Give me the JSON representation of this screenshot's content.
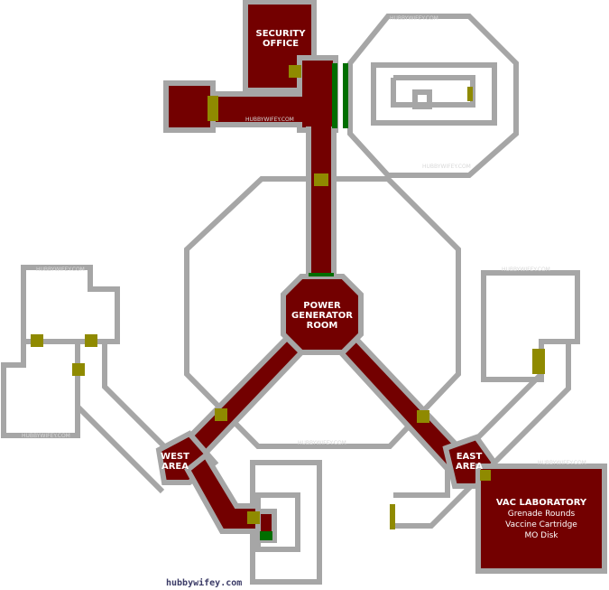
{
  "rooms": {
    "security_office": "SECURITY OFFICE",
    "security_office_line1": "SECURITY",
    "security_office_line2": "OFFICE",
    "power_generator_line1": "POWER",
    "power_generator_line2": "GENERATOR",
    "power_generator_line3": "ROOM",
    "west_area_line1": "WEST",
    "west_area_line2": "AREA",
    "east_area_line1": "EAST",
    "east_area_line2": "AREA",
    "vac_laboratory": "VAC LABORATORY"
  },
  "vac_items": [
    "Grenade Rounds",
    "Vaccine Cartridge",
    "MO Disk"
  ],
  "watermark": "HUBBYWIFEY.COM",
  "credit": "hubbywifey.com",
  "colors": {
    "visited": "#730000",
    "wall": "#a6a6a6",
    "door_locked": "#8f8a00",
    "door_open": "#006e00",
    "background": "#ffffff"
  }
}
